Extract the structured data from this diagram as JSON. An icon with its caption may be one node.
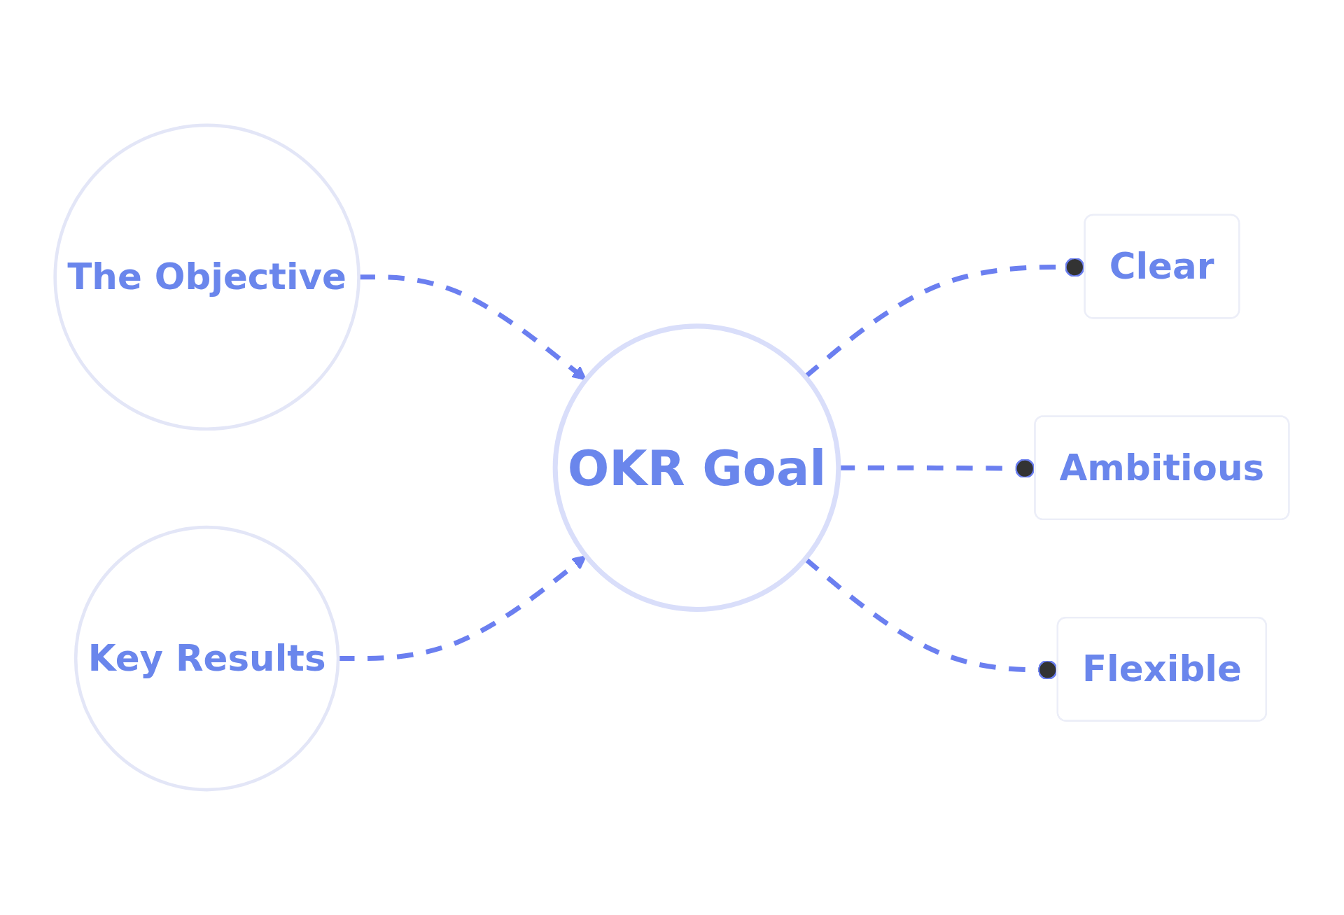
{
  "diagram": {
    "nodes": [
      {
        "text": [
          "The Objective"
        ]
      },
      {
        "text": [
          "Key Results"
        ]
      },
      {
        "text": [
          "OKR Goal"
        ]
      },
      {
        "text": [
          "Clear"
        ]
      },
      {
        "text": [
          "Ambitious"
        ]
      },
      {
        "text": [
          "Flexible"
        ]
      }
    ],
    "edges": [
      {
        "from": 0,
        "to": 2,
        "arrow": "to",
        "style": "dashed"
      },
      {
        "from": 1,
        "to": 2,
        "arrow": "to",
        "style": "dashed"
      },
      {
        "from": 2,
        "to": 3,
        "arrow": "other",
        "style": "dashed"
      },
      {
        "from": 2,
        "to": 4,
        "arrow": "other",
        "style": "dashed"
      },
      {
        "from": 2,
        "to": 5,
        "arrow": "other",
        "style": "dashed"
      }
    ]
  }
}
